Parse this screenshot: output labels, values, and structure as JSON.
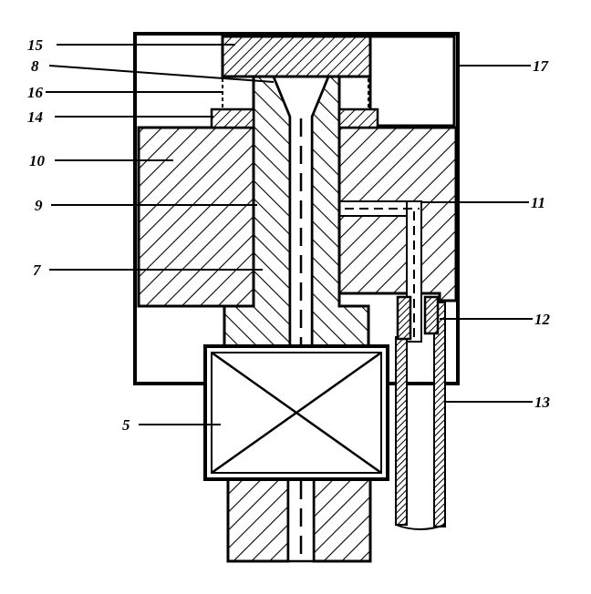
{
  "labels": {
    "l15": "15",
    "l8": "8",
    "l16": "16",
    "l14": "14",
    "l10": "10",
    "l9": "9",
    "l7": "7",
    "l5": "5",
    "l17": "17",
    "l11": "11",
    "l12": "12",
    "l13": "13"
  }
}
